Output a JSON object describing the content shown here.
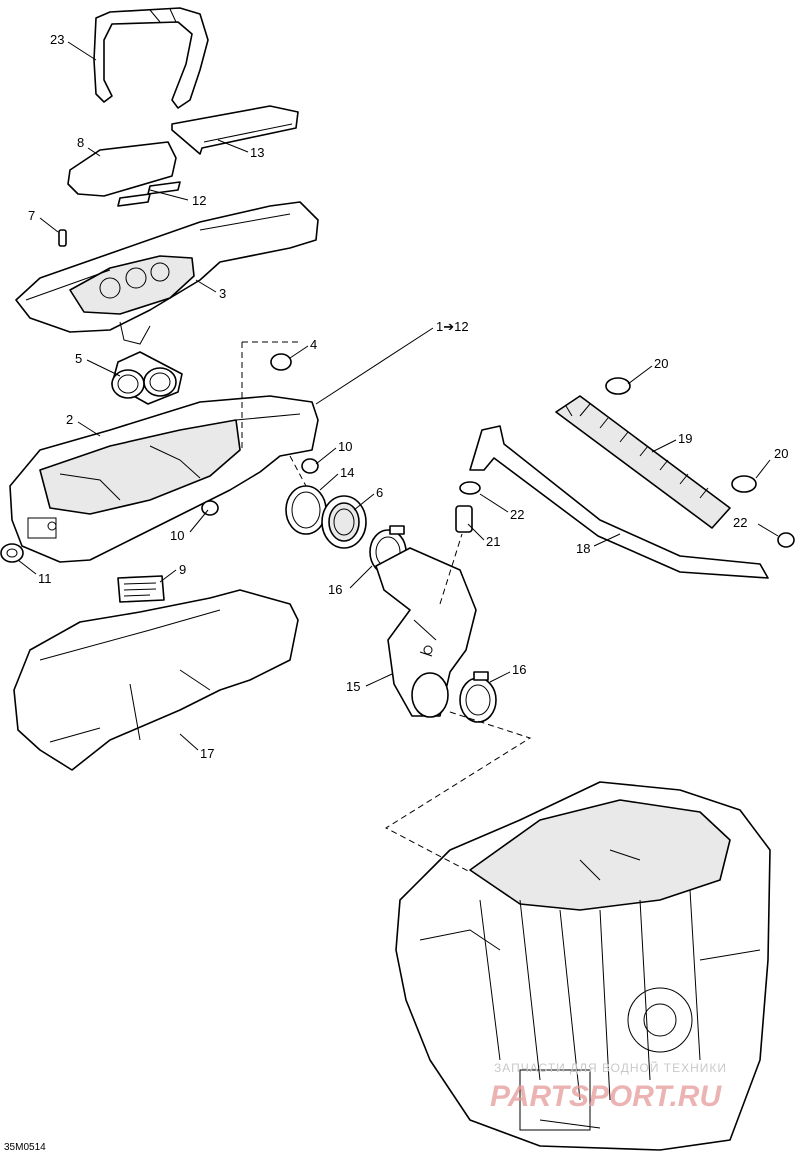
{
  "callouts": [
    {
      "id": "23",
      "text": "23"
    },
    {
      "id": "13",
      "text": "13"
    },
    {
      "id": "8",
      "text": "8"
    },
    {
      "id": "12",
      "text": "12"
    },
    {
      "id": "7",
      "text": "7"
    },
    {
      "id": "3",
      "text": "3"
    },
    {
      "id": "1-12",
      "text": "1➔12"
    },
    {
      "id": "4",
      "text": "4"
    },
    {
      "id": "5",
      "text": "5"
    },
    {
      "id": "20a",
      "text": "20"
    },
    {
      "id": "2",
      "text": "2"
    },
    {
      "id": "19",
      "text": "19"
    },
    {
      "id": "10a",
      "text": "10"
    },
    {
      "id": "20b",
      "text": "20"
    },
    {
      "id": "14",
      "text": "14"
    },
    {
      "id": "6",
      "text": "6"
    },
    {
      "id": "22a",
      "text": "22"
    },
    {
      "id": "10b",
      "text": "10"
    },
    {
      "id": "22b",
      "text": "22"
    },
    {
      "id": "21",
      "text": "21"
    },
    {
      "id": "16a",
      "text": "16"
    },
    {
      "id": "18",
      "text": "18"
    },
    {
      "id": "11",
      "text": "11"
    },
    {
      "id": "9",
      "text": "9"
    },
    {
      "id": "16b",
      "text": "16"
    },
    {
      "id": "15",
      "text": "15"
    },
    {
      "id": "17",
      "text": "17"
    }
  ],
  "drawing_ref": "35M0514",
  "watermark": {
    "line1": "ЗАПЧАСТИ ДЛЯ ВОДНОЙ ТЕХНИКИ",
    "line2": "PARTSPORT.RU"
  }
}
